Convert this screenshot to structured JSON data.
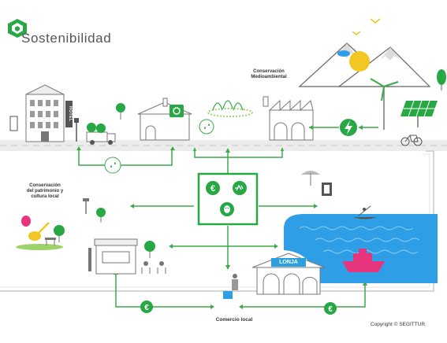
{
  "header": {
    "title": "Sostenibilidad"
  },
  "labels": {
    "conservacion_medioambiental": [
      "Conservación",
      "Medioambiental"
    ],
    "conservacion_patrimonio": [
      "Conservación",
      "del patrimonio y",
      "cultura local"
    ],
    "comercio_local": "Comercio local",
    "copyright": "Copyright © SEGITTUR"
  },
  "signs": {
    "hotel": "HOTEL",
    "lonja": "LONJA"
  },
  "colors": {
    "brand_green": "#27a844",
    "line_green": "#3aaa4a",
    "light_green": "#9ed36a",
    "sea_blue": "#2e9ee6",
    "sun_yellow": "#f2c623",
    "boat_pink": "#e6357d",
    "building_gray": "#8a8a8a",
    "road_gray": "#cfcfcf"
  },
  "icons": {
    "center_panel": [
      "euro-icon",
      "recycle-icon",
      "theater-mask-icon"
    ],
    "flow_nodes": [
      "euro-icon",
      "euro-icon",
      "lightning-icon",
      "water-drops-icon"
    ]
  }
}
